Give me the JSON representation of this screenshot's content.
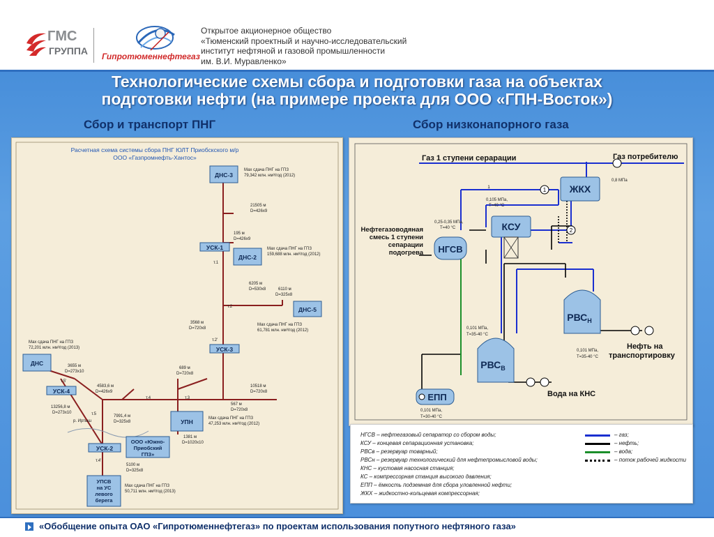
{
  "header": {
    "gms_logo_text_1": "ГМС",
    "gms_logo_text_2": "ГРУППА",
    "company_logo_text": "Гипротюменнефтегаз",
    "org_lines": [
      "Открытое акционерное общество",
      "«Тюменский проектный и научно-исследовательский",
      "институт нефтяной и газовой промышленности",
      "им. В.И. Муравленко»"
    ]
  },
  "title_lines": [
    "Технологические схемы сбора и подготовки газа на объектах",
    "подготовки нефти (на примере проекта для ООО «ГПН-Восток»)"
  ],
  "subtitle_left": "Сбор и транспорт ПНГ",
  "subtitle_right": "Сбор низконапорного газа",
  "left_diagram": {
    "title_1": "Расчетная схема системы сбора ПНГ ЮЛТ Приобскского м/р",
    "title_2": "ООО «Газпромнефть-Хантос»",
    "nodes": {
      "dns3": "ДНС-3",
      "usk1": "УСК-1",
      "dns2": "ДНС-2",
      "dns5": "ДНС-5",
      "usk3": "УСК-3",
      "dns": "ДНС",
      "usk4": "УСК-4",
      "upn": "УПН",
      "gpz_1": "ООО «Южно-",
      "gpz_2": "Приобский",
      "gpz_3": "ГПЗ»",
      "usk2": "УСК-2",
      "upsv_1": "УПСВ",
      "upsv_2": "на УС",
      "upsv_3": "левого",
      "upsv_4": "берега"
    },
    "notes": {
      "dns3_1": "Мах сдача ПНГ на ГПЗ",
      "dns3_2": "79,342 млн. нм³/год (2012)",
      "p1_1": "21505 м",
      "p1_2": "D=426x9",
      "p2_1": "195 м",
      "p2_2": "D=426x9",
      "dns2_1": "Мах сдача ПНГ на ГПЗ",
      "dns2_2": "159,688 млн. нм³/год (2012)",
      "t1": "т.1",
      "p3_1": "6205 м",
      "p3_2": "D=530x8",
      "p4_1": "6110 м",
      "p4_2": "D=325x8",
      "t2": "т.2",
      "p5_1": "3568 м",
      "p5_2": "D=720x8",
      "dns5_1": "Мах сдача ПНГ на ГПЗ",
      "dns5_2": "61,781 млн. нм³/год (2012)",
      "t2p": "т.2'",
      "dns_1": "Мах сдача ПНГ на ГПЗ",
      "dns_2": "72,201 млн. нм³/год (2013)",
      "p6_1": "3655 м",
      "p6_2": "D=273x10",
      "t5p": "т.5'",
      "p7_1": "689 м",
      "p7_2": "D=720x8",
      "p8_1": "4583,6 м",
      "p8_2": "D=426x9",
      "t4": "т.4",
      "p9_1": "10518 м",
      "p9_2": "D=720x8",
      "t3": "т.3",
      "p10_1": "13256,8 м",
      "p10_2": "D=273x10",
      "t5": "т.5",
      "p11_1": "567 м",
      "p11_2": "D=720x8",
      "p12_1": "7991,4 м",
      "p12_2": "D=325x8",
      "river": "р. Иртыш",
      "upn_1": "Мах сдача ПНГ на ГПЗ",
      "upn_2": "47,253 млн. нм³/год (2012)",
      "p13_1": "1381 м",
      "p13_2": "D=1020x10",
      "t4p": "т.4'",
      "p14_1": "5100 м",
      "p14_2": "D=325x8",
      "upsv_n1": "Мах сдача ПНГ на ГПЗ",
      "upsv_n2": "50,711 млн. нм³/год (2013)"
    }
  },
  "right_diagram": {
    "gas_stage1": "Газ 1 ступени серарации",
    "gas_consumer": "Газ потребителю",
    "zhkh": "ЖКХ",
    "ksu": "КСУ",
    "ngsv": "НГСВ",
    "rvsn_main": "РВС",
    "rvsn_sub": "Н",
    "rvsv_main": "РВС",
    "rvsv_sub": "В",
    "epp": "ЕПП",
    "feed_1": "Нефтегазоводяная",
    "feed_2": "смесь 1 ступени",
    "feed_3": "сепарации",
    "feed_4": "подогрева",
    "oil_1": "Нефть на",
    "oil_2": "транспортировку",
    "water": "Вода на КНС",
    "p_08": "0,8 МПа",
    "p_0105": "0,105 МПа,",
    "t_40a": "Т=40 °С",
    "p_025": "0,25-0,35 МПа,",
    "t_40b": "Т=40 °С",
    "p_0101a": "0,101 МПа,",
    "t_3540a": "Т=35-40 °С",
    "p_0101b": "0,101 МПа,",
    "t_3540b": "Т=35-40 °С",
    "p_0101c": "0,101 МПа,",
    "t_3040": "Т=30-40 °С",
    "n1": "1",
    "n2": "2",
    "n1s": "1"
  },
  "legend": {
    "rows": [
      "НГСВ – нефтегазовый сепаратор со сбором воды;",
      "КСУ – концевая сепарационная установка;",
      "РВСв – резервуар товарный;",
      "РВСн – резервуар технологический для нефтепромысловой воды;",
      "КНС – кустовая насосная станция;",
      "КС – компрессорная станция высокого давления;",
      "ЕПП – ёмкость подземная для сбора уловленной нефти;",
      "ЖКХ – жидкостно-кольцевая компрессорная;"
    ],
    "keys": [
      "– газ;",
      "– нефть;",
      "– вода;",
      "– поток рабочей жидкости"
    ],
    "colors": {
      "gas": "#1a2fd0",
      "oil": "#000000",
      "water": "#1b8f2a",
      "work": "#000000"
    }
  },
  "footer": "«Обобщение опыта ОАО «Гипротюменнефтегаз» по проектам использования попутного нефтяного газа»"
}
